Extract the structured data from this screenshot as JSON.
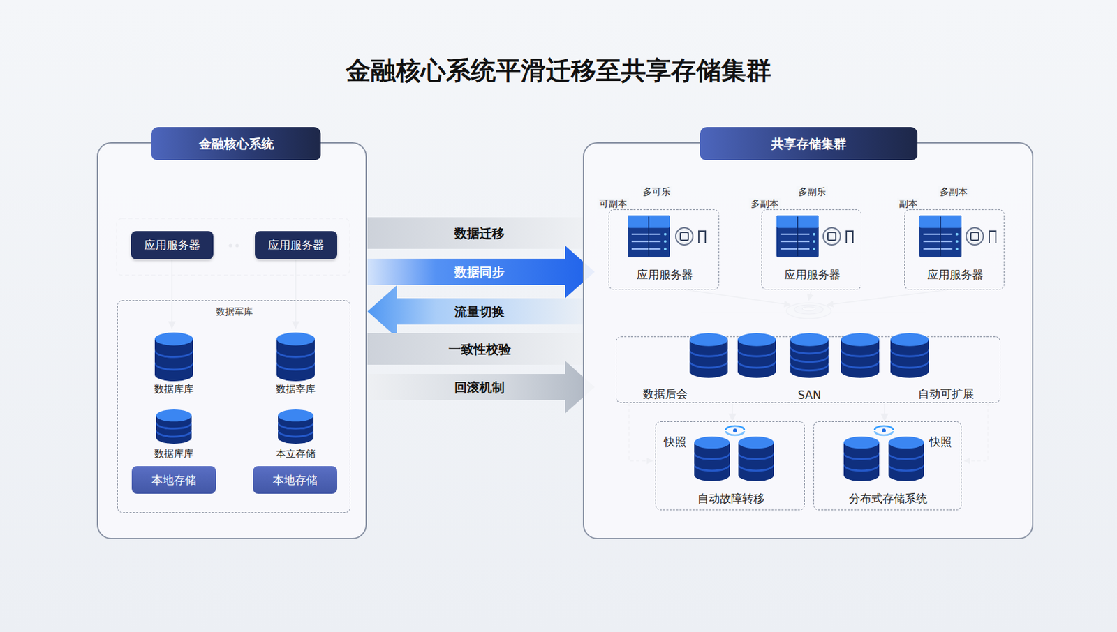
{
  "diagram": {
    "title": "金融核心系统平滑迁移至共享存储集群",
    "nodes": [
      {
        "text": [
          "金融核心系统"
        ]
      },
      {
        "text": [
          "应用服务器"
        ],
        "in": 0
      },
      {
        "text": [
          "应用服务器"
        ],
        "in": 0
      },
      {
        "text": [
          "数据军库"
        ],
        "in": 0
      },
      {
        "text": [
          "数据库库"
        ],
        "in": 3
      },
      {
        "text": [
          "数据宰库"
        ],
        "in": 3
      },
      {
        "text": [
          "数据库库"
        ],
        "in": 3
      },
      {
        "text": [
          "本立存储"
        ],
        "in": 3
      },
      {
        "text": [
          "本地存储"
        ],
        "in": 3
      },
      {
        "text": [
          "本地存储"
        ],
        "in": 3
      },
      {
        "text": [
          "数据迁移"
        ]
      },
      {
        "text": [
          "数据同步"
        ]
      },
      {
        "text": [
          "流量切换"
        ]
      },
      {
        "text": [
          "一致性校验"
        ]
      },
      {
        "text": [
          "回滚机制"
        ]
      },
      {
        "text": [
          "共享存储集群"
        ]
      },
      {
        "text": [
          "多可乐",
          "可副本",
          "应用服务器"
        ],
        "in": 15
      },
      {
        "text": [
          "多副乐",
          "多副本",
          "应用服务器"
        ],
        "in": 15
      },
      {
        "text": [
          "多副本",
          "副本",
          "应用服务器"
        ],
        "in": 15
      },
      {
        "text": [
          "数据后会",
          "SAN",
          "自动可扩展"
        ],
        "in": 15
      },
      {
        "text": [
          "快照",
          "自动故障转移"
        ],
        "in": 15
      },
      {
        "text": [
          "快照",
          "分布式存储系统"
        ],
        "in": 15
      }
    ],
    "edges": [
      {
        "from": 1,
        "to": 4,
        "arrow": "to"
      },
      {
        "from": 2,
        "to": 5,
        "arrow": "to"
      },
      {
        "from": 19,
        "to": 20,
        "arrow": "to"
      },
      {
        "from": 19,
        "to": 21,
        "arrow": "to"
      }
    ]
  }
}
